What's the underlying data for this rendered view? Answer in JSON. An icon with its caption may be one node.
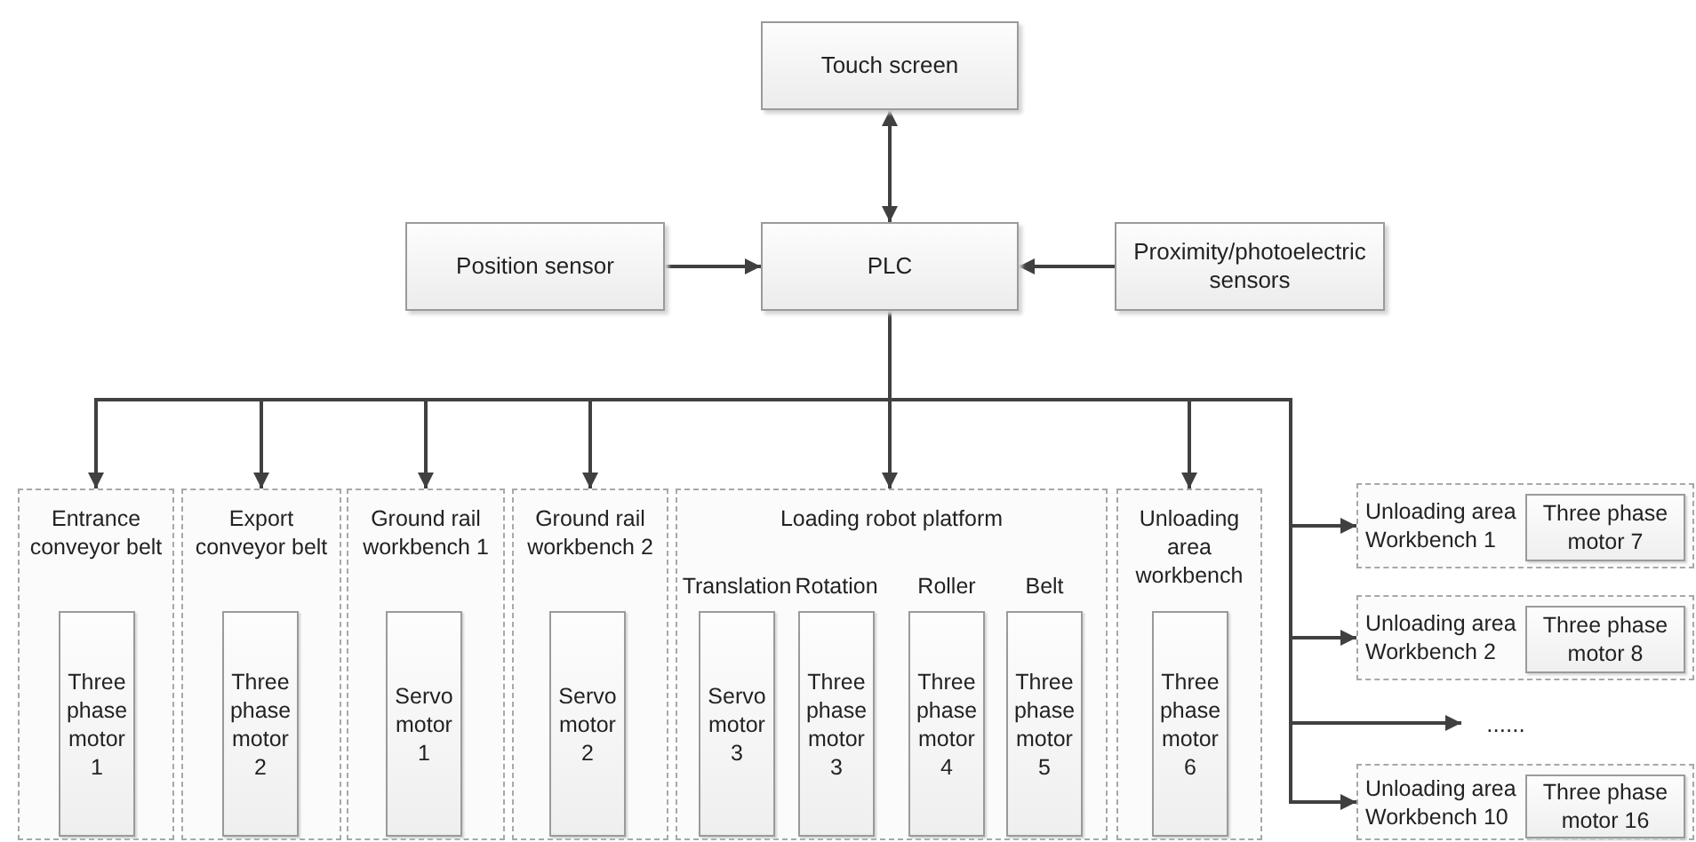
{
  "diagram": {
    "nodes": [
      {
        "text": [
          "Touch screen"
        ]
      },
      {
        "text": [
          "Position sensor"
        ]
      },
      {
        "text": [
          "PLC"
        ]
      },
      {
        "text": [
          "Proximity/photoelectric sensors"
        ]
      },
      {
        "text": [
          "Entrance conveyor belt"
        ]
      },
      {
        "text": [
          "Three phase motor 1"
        ],
        "in": 4
      },
      {
        "text": [
          "Export conveyor belt"
        ]
      },
      {
        "text": [
          "Three phase motor 2"
        ],
        "in": 6
      },
      {
        "text": [
          "Ground rail workbench 1"
        ]
      },
      {
        "text": [
          "Servo motor 1"
        ],
        "in": 8
      },
      {
        "text": [
          "Ground rail workbench 2"
        ]
      },
      {
        "text": [
          "Servo motor 2"
        ],
        "in": 10
      },
      {
        "text": [
          "Loading robot platform"
        ]
      },
      {
        "text": [
          "Servo motor 3"
        ],
        "in": 12,
        "beside": [
          "Translation"
        ]
      },
      {
        "text": [
          "Three phase motor 3"
        ],
        "in": 12,
        "beside": [
          "Rotation"
        ]
      },
      {
        "text": [
          "Three phase motor 4"
        ],
        "in": 12,
        "beside": [
          "Roller"
        ]
      },
      {
        "text": [
          "Three phase motor 5"
        ],
        "in": 12,
        "beside": [
          "Belt"
        ]
      },
      {
        "text": [
          "Unloading area workbench"
        ]
      },
      {
        "text": [
          "Three phase motor 6"
        ],
        "in": 17
      },
      {
        "text": [
          "Unloading area Workbench 1"
        ]
      },
      {
        "text": [
          "Three phase motor 7"
        ],
        "in": 19
      },
      {
        "text": [
          "Unloading area Workbench 2"
        ]
      },
      {
        "text": [
          "Three phase motor 8"
        ],
        "in": 21
      },
      {
        "text": [
          "......"
        ]
      },
      {
        "text": [
          "Unloading area Workbench 10"
        ]
      },
      {
        "text": [
          "Three phase motor 16"
        ],
        "in": 24
      }
    ],
    "edges": [
      {
        "from": 0,
        "to": 2,
        "arrow": "both"
      },
      {
        "from": 1,
        "to": 2,
        "arrow": "to"
      },
      {
        "from": 3,
        "to": 2,
        "arrow": "to"
      },
      {
        "from": 2,
        "to": 4,
        "arrow": "to"
      },
      {
        "from": 2,
        "to": 6,
        "arrow": "to"
      },
      {
        "from": 2,
        "to": 8,
        "arrow": "to"
      },
      {
        "from": 2,
        "to": 10,
        "arrow": "to"
      },
      {
        "from": 2,
        "to": 12,
        "arrow": "to"
      },
      {
        "from": 2,
        "to": 17,
        "arrow": "to"
      },
      {
        "from": 2,
        "to": 19,
        "arrow": "to"
      },
      {
        "from": 2,
        "to": 21,
        "arrow": "to"
      },
      {
        "from": 2,
        "to": 23,
        "arrow": "to"
      },
      {
        "from": 2,
        "to": 24,
        "arrow": "to"
      }
    ]
  }
}
